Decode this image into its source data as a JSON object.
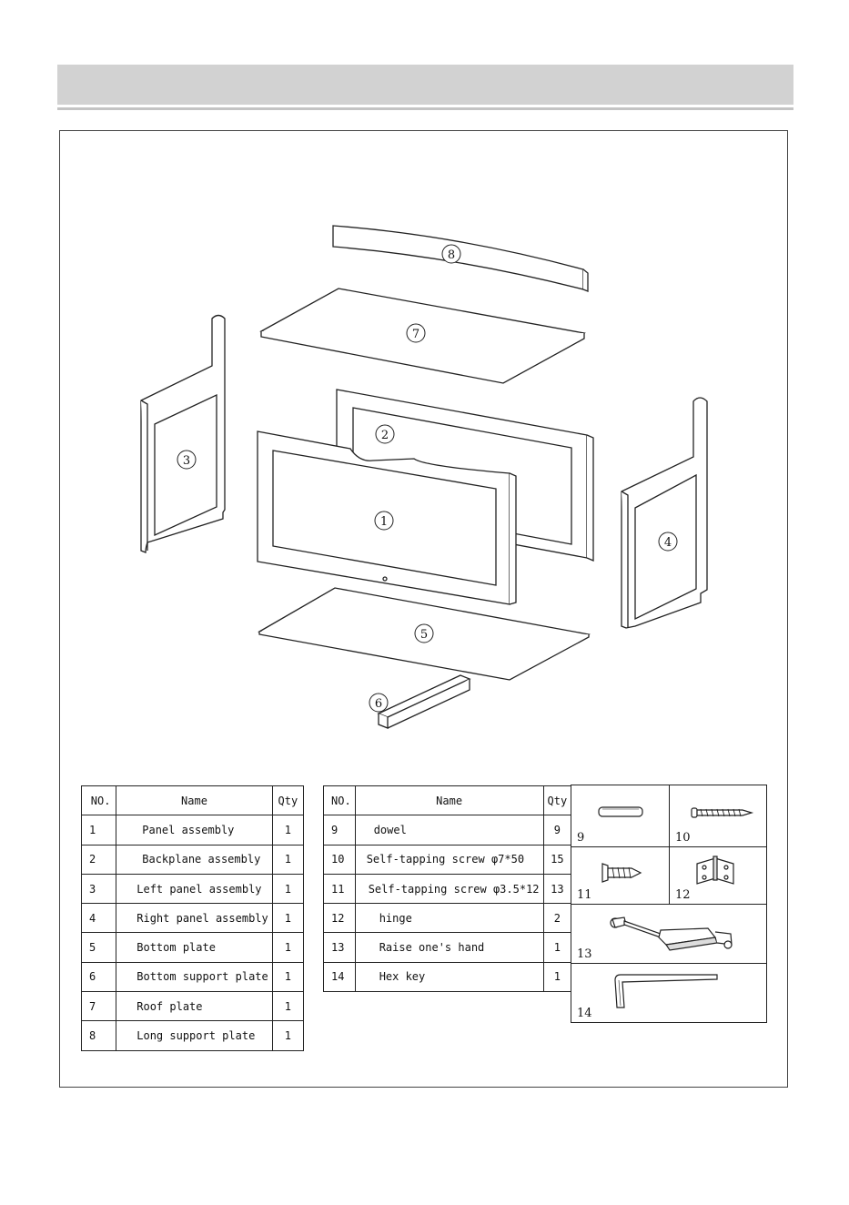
{
  "callouts": [
    "1",
    "2",
    "3",
    "4",
    "5",
    "6",
    "7",
    "8"
  ],
  "table_left": {
    "headers": [
      "NO.",
      "Name",
      "Qty"
    ],
    "rows": [
      {
        "no": "1",
        "name": "Panel assembly",
        "qty": "1"
      },
      {
        "no": "2",
        "name": "Backplane assembly",
        "qty": "1"
      },
      {
        "no": "3",
        "name": "Left panel assembly",
        "qty": "1"
      },
      {
        "no": "4",
        "name": "Right panel assembly",
        "qty": "1"
      },
      {
        "no": "5",
        "name": "Bottom plate",
        "qty": "1"
      },
      {
        "no": "6",
        "name": "Bottom support plate",
        "qty": "1"
      },
      {
        "no": "7",
        "name": "Roof plate",
        "qty": "1"
      },
      {
        "no": "8",
        "name": "Long support plate",
        "qty": "1"
      }
    ]
  },
  "table_right": {
    "headers": [
      "NO.",
      "Name",
      "Qty"
    ],
    "rows": [
      {
        "no": "9",
        "name": "dowel",
        "qty": "9"
      },
      {
        "no": "10",
        "name": "Self-tapping screw φ7*50",
        "qty": "15"
      },
      {
        "no": "11",
        "name": "Self-tapping screw φ3.5*12",
        "qty": "13"
      },
      {
        "no": "12",
        "name": "hinge",
        "qty": "2"
      },
      {
        "no": "13",
        "name": "Raise one's hand",
        "qty": "1"
      },
      {
        "no": "14",
        "name": "Hex key",
        "qty": "1"
      }
    ]
  },
  "hardware": [
    {
      "num": "9",
      "icon": "dowel-icon"
    },
    {
      "num": "10",
      "icon": "long-screw-icon"
    },
    {
      "num": "11",
      "icon": "short-screw-icon"
    },
    {
      "num": "12",
      "icon": "hinge-icon"
    },
    {
      "num": "13",
      "icon": "lid-support-icon"
    },
    {
      "num": "14",
      "icon": "hex-key-icon"
    }
  ]
}
